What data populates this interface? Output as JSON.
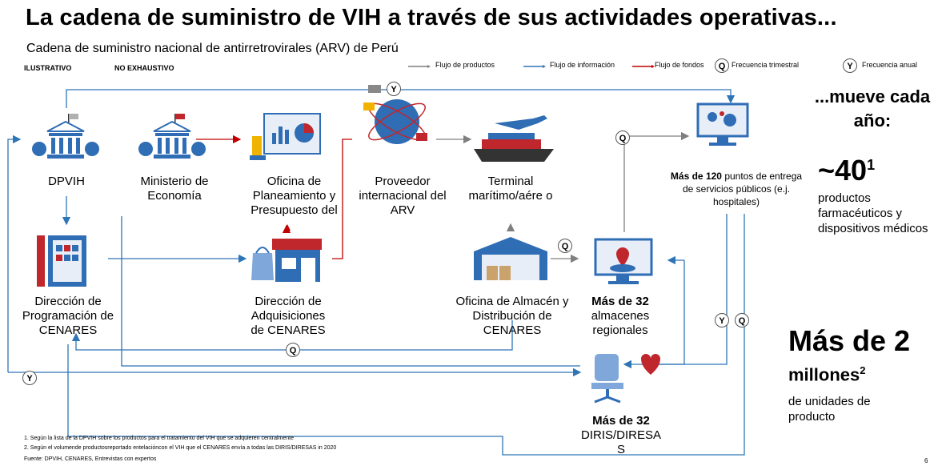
{
  "header": {
    "title": "La cadena de suministro de VIH a través de sus actividades operativas...",
    "subtitle": "Cadena de suministro nacional de antirretrovirales (ARV) de Perú",
    "tag_illustrative": "ILUSTRATIVO",
    "tag_not_exhaustive": "NO EXHAUSTIVO"
  },
  "legend": {
    "products": "Flujo de productos",
    "information": "Flujo de información",
    "funds": "Flujo de fondos",
    "quarterly_symbol": "Q",
    "quarterly": "Frecuencia trimestral",
    "annual_symbol": "Y",
    "annual": "Frecuencia anual"
  },
  "colors": {
    "products": "#7f7f7f",
    "information": "#2e75b6",
    "funds": "#c00000",
    "icon_blue": "#2f6db5",
    "icon_red": "#c0272d"
  },
  "nodes": {
    "dpvih": "DPVIH",
    "ministerio": "Ministerio de Economía",
    "planeamiento": "Oficina de Planeamiento y Presupuesto del",
    "proveedor": "Proveedor internacional del ARV",
    "terminal": "Terminal marítimo/aére o",
    "puntos_bold": "Más de 120",
    "puntos_rest": "puntos de entrega de servicios públicos (e.j. hospitales)",
    "programacion": "Dirección de Programación de CENARES",
    "adquisiciones": "Dirección de Adquisiciones de CENARES",
    "almacen": "Oficina de Almacén y Distribución de CENARES",
    "almacenes_bold": "Más de 32",
    "almacenes_rest": "almacenes regionales",
    "diris_bold": "Más de 32",
    "diris_rest": "DIRIS/DIRESA S"
  },
  "stats": {
    "moves": "...mueve cada año:",
    "products_value": "~40",
    "products_sup": "1",
    "products_label": "productos farmacéuticos y dispositivos médicos",
    "units_value": "Más de 2",
    "units_unit": "millones",
    "units_sup": "2",
    "units_label": "de unidades de producto"
  },
  "freq": {
    "q": "Q",
    "y": "Y"
  },
  "footnotes": {
    "n1": "1.    Según la lista de la DPVIH sobre los productos para el tratamiento del VIH que se adquieren centralmente",
    "n2": "2.    Según el volumende productosreportado entelaciόncon el VIH que el CENARES envía a todas las DIRIS/DIRESAS in 2020",
    "source": "Fuente: DPVIH, CENARES, Entrevistas con expertos",
    "page": "6"
  }
}
